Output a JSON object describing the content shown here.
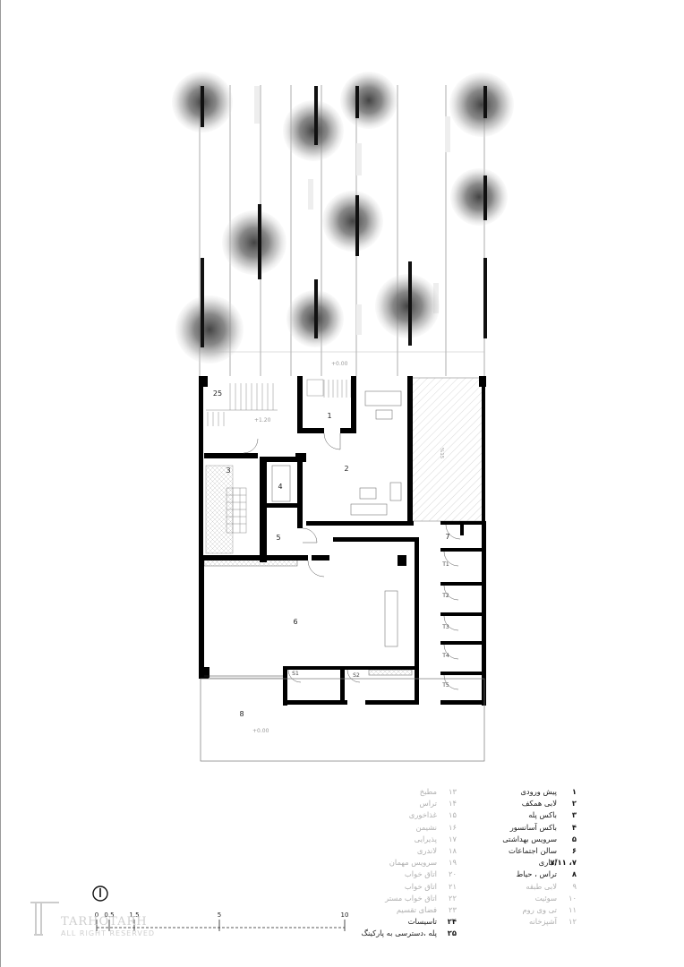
{
  "rooms": {
    "r1": "1",
    "r2": "2",
    "r3": "3",
    "r4": "4",
    "r5": "5",
    "r6": "6",
    "r7": "7",
    "r8": "8",
    "r25": "25",
    "t1": "T1",
    "t2": "T2",
    "t3": "T3",
    "t4": "T4",
    "t5": "T5",
    "s1": "S1",
    "s2": "S2"
  },
  "levels": {
    "top": "+0.00",
    "stair": "+1.20",
    "terrace": "+0.00",
    "ramp": "%15"
  },
  "legend_right": [
    {
      "num": "۱",
      "label": "پیش ورودی",
      "active": true
    },
    {
      "num": "۲",
      "label": "لابی همکف",
      "active": true
    },
    {
      "num": "۳",
      "label": "باکس پله",
      "active": true
    },
    {
      "num": "۴",
      "label": "باکس آسانسور",
      "active": true
    },
    {
      "num": "۵",
      "label": "سرویس بهداشتی",
      "active": true
    },
    {
      "num": "۶",
      "label": "سالن اجتماعات",
      "active": true
    },
    {
      "num": "۷، ۷/۱۱",
      "label": "انباری",
      "active": true
    },
    {
      "num": "۸",
      "label": "تراس ، حیاط",
      "active": true
    },
    {
      "num": "۹",
      "label": "لابی طبقه",
      "active": false
    },
    {
      "num": "۱۰",
      "label": "سوئیت",
      "active": false
    },
    {
      "num": "۱۱",
      "label": "تی وی روم",
      "active": false
    },
    {
      "num": "۱۲",
      "label": "آشپزخانه",
      "active": false
    }
  ],
  "legend_left": [
    {
      "num": "۱۳",
      "label": "مطبخ",
      "active": false
    },
    {
      "num": "۱۴",
      "label": "تراس",
      "active": false
    },
    {
      "num": "۱۵",
      "label": "غذاخوری",
      "active": false
    },
    {
      "num": "۱۶",
      "label": "نشیمن",
      "active": false
    },
    {
      "num": "۱۷",
      "label": "پذیرایی",
      "active": false
    },
    {
      "num": "۱۸",
      "label": "لاندری",
      "active": false
    },
    {
      "num": "۱۹",
      "label": "سرویس مهمان",
      "active": false
    },
    {
      "num": "۲۰",
      "label": "اتاق خواب",
      "active": false
    },
    {
      "num": "۲۱",
      "label": "اتاق خواب",
      "active": false
    },
    {
      "num": "۲۲",
      "label": "اتاق خواب مستر",
      "active": false
    },
    {
      "num": "۲۳",
      "label": "فضای تقسیم",
      "active": false
    },
    {
      "num": "۲۴",
      "label": "تاسیسات",
      "active": true
    },
    {
      "num": "۲۵",
      "label": "پله ،دسترسی به پارکینگ",
      "active": true
    }
  ],
  "scale_labels": [
    "0",
    "0.5",
    "1.5",
    "5",
    "10"
  ],
  "logo": {
    "name": "TARHOTARH",
    "tagline": "ALL RIGHT RESERVED",
    "reg": "©"
  },
  "icons": [
    "north-arrow-icon",
    "tree-icon",
    "door-swing-icon",
    "logo-t-icon"
  ]
}
